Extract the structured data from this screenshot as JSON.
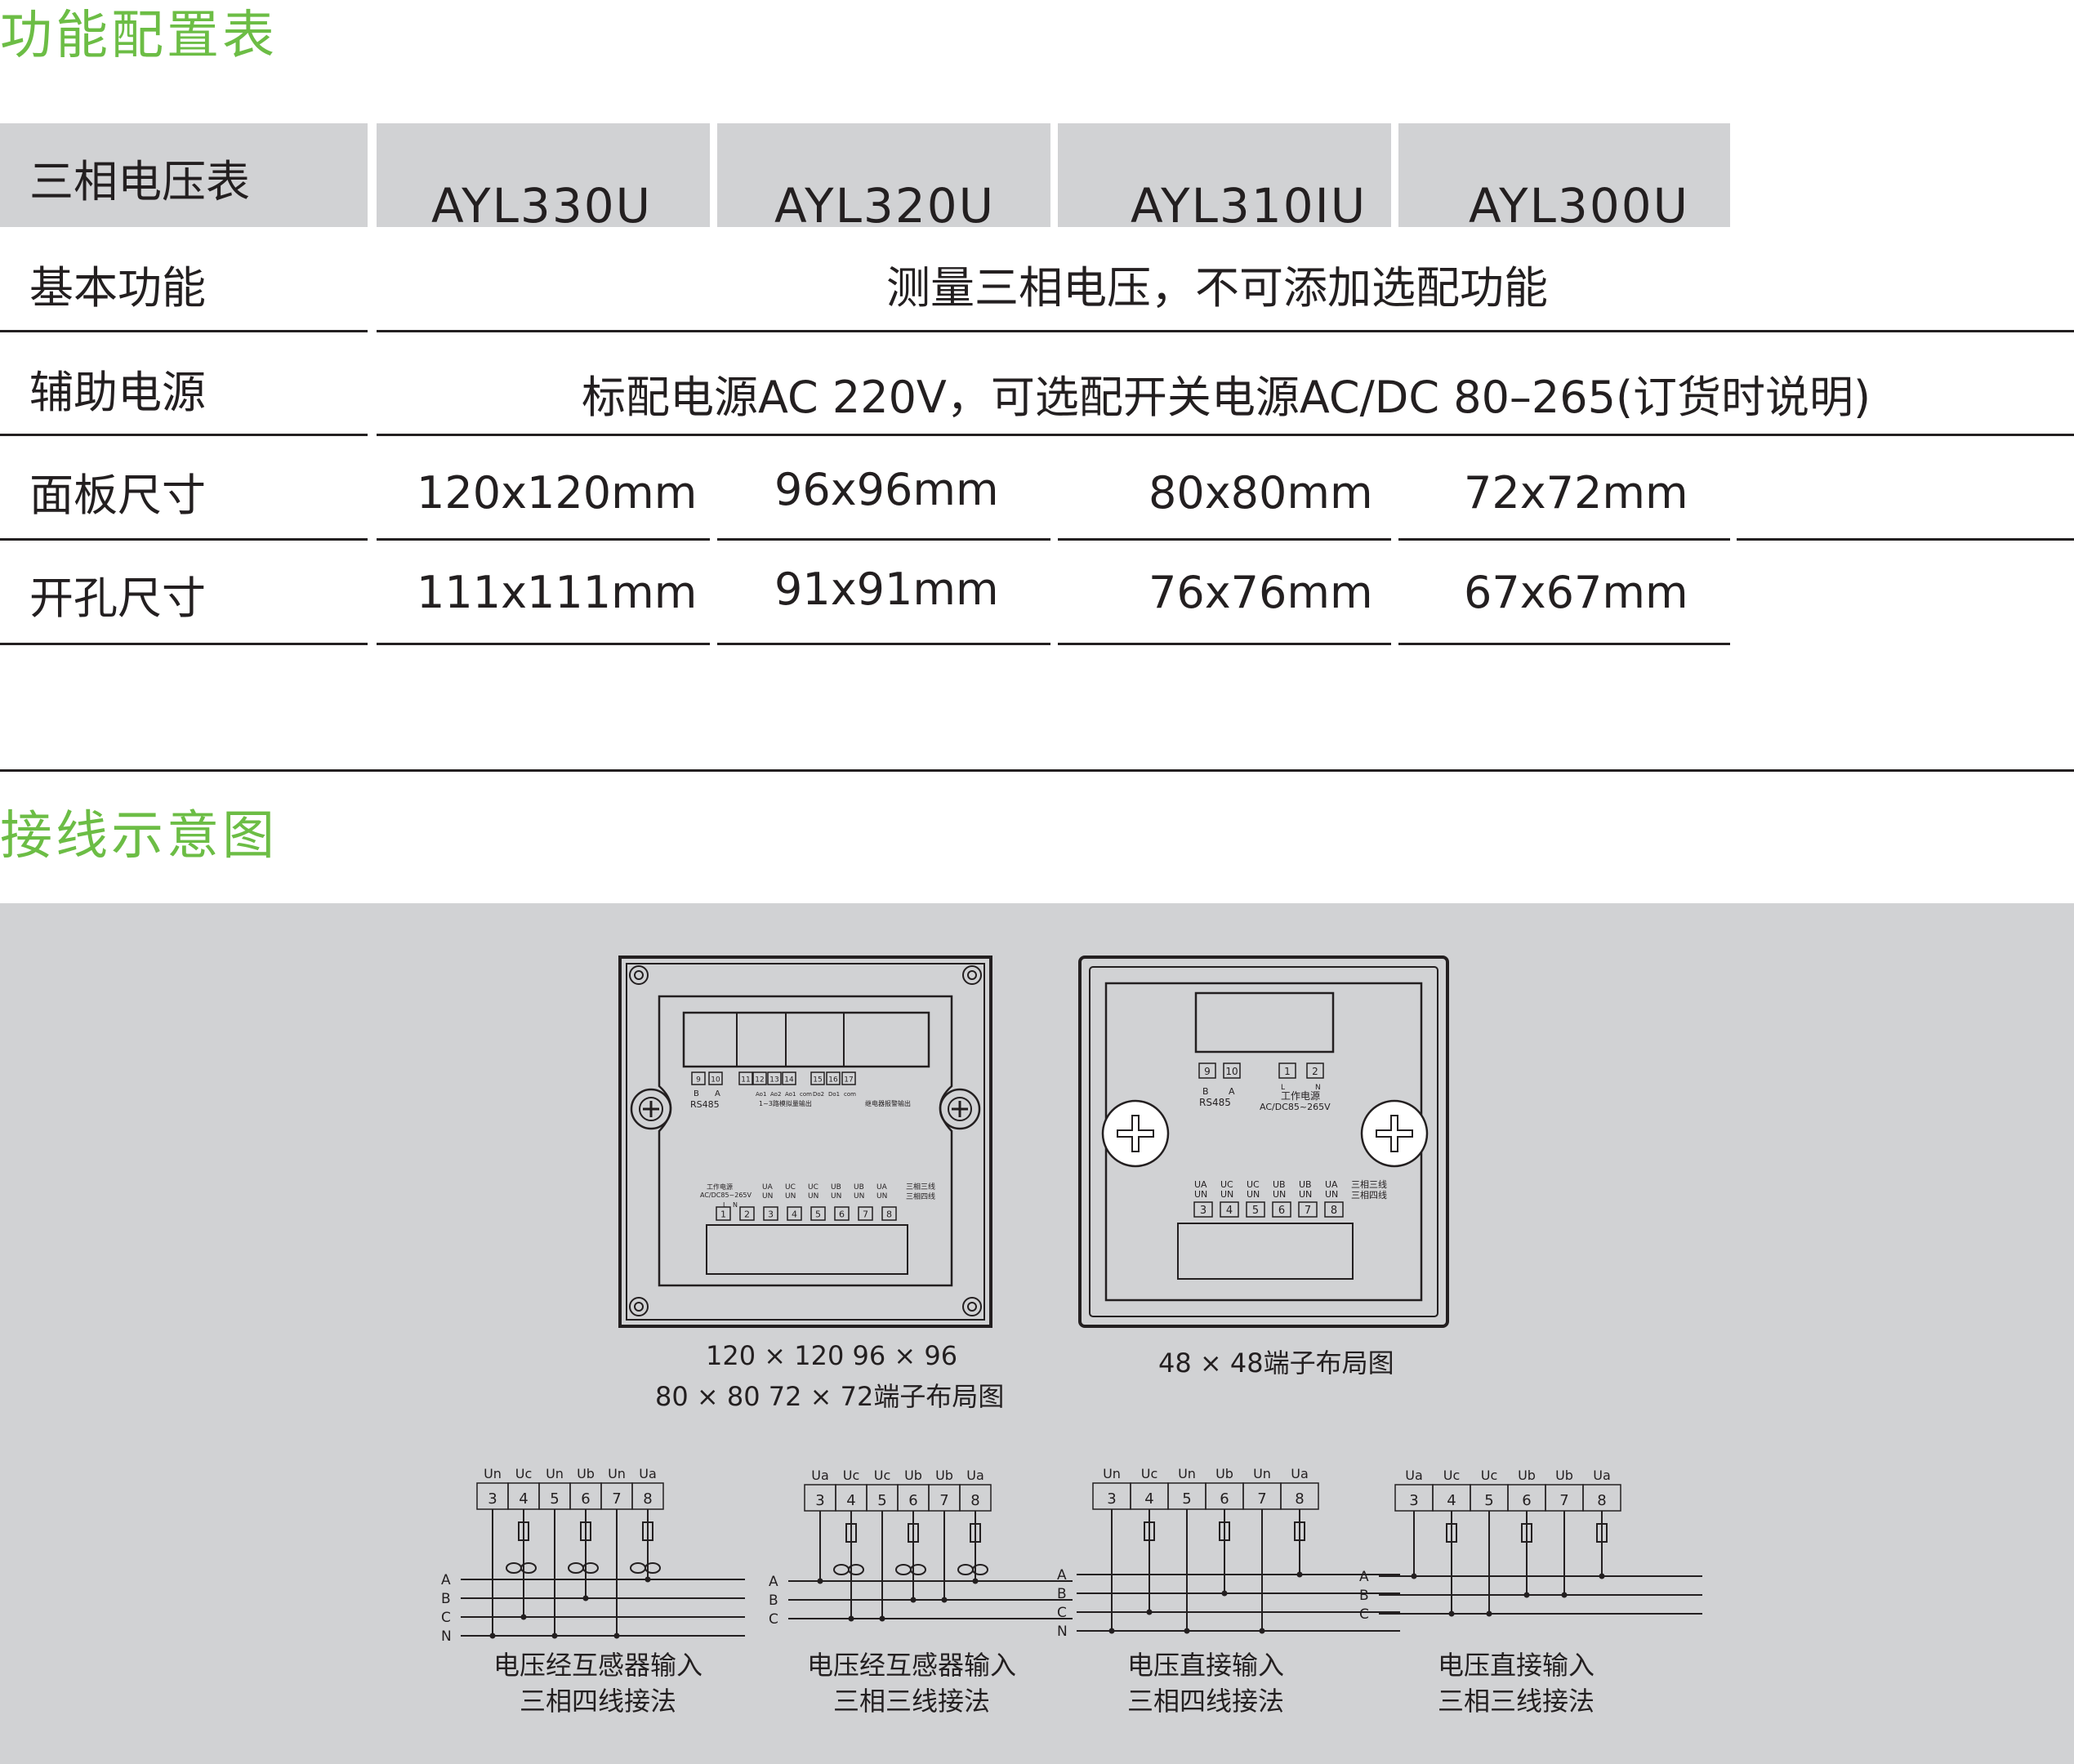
{
  "sections": {
    "config_title": "功能配置表",
    "wiring_title": "接线示意图"
  },
  "table": {
    "header_label": "三相电压表",
    "models": [
      "AYL330U",
      "AYL320U",
      "AYL310IU",
      "AYL300U"
    ],
    "rows": [
      {
        "label": "基本功能",
        "merged": "测量三相电压，不可添加选配功能"
      },
      {
        "label": "辅助电源",
        "merged": "标配电源AC 220V，可选配开关电源AC/DC 80–265(订货时说明)"
      },
      {
        "label": "面板尺寸",
        "values": [
          "120x120mm",
          "96x96mm",
          "80x80mm",
          "72x72mm"
        ]
      },
      {
        "label": "开孔尺寸",
        "values": [
          "111x111mm",
          "91x91mm",
          "76x76mm",
          "67x67mm"
        ]
      }
    ]
  },
  "layouts": {
    "left_caption_1": "120 × 120  96 × 96",
    "left_caption_2": "80 × 80 72 × 72端子布局图",
    "right_caption": "48 × 48端子布局图",
    "left_terms_top": [
      "9",
      "10",
      "11",
      "12",
      "13",
      "14",
      "15",
      "16",
      "17"
    ],
    "left_rs485": "RS485",
    "left_ba": [
      "B",
      "A"
    ],
    "left_aout": [
      "Ao1",
      "Ao2",
      "Ao1",
      "com"
    ],
    "left_aout_note": "1~3路模拟量输出",
    "left_dout": [
      "Do2",
      "Do1",
      "com"
    ],
    "left_dout_note": "继电器报警输出",
    "left_power": "工作电源",
    "left_power_spec": "AC/DC85~265V",
    "left_phase_top": [
      "UA",
      "UC",
      "UC",
      "UB",
      "UB",
      "UA"
    ],
    "left_phase_bot": [
      "UN",
      "UN",
      "UN",
      "UN",
      "UN",
      "UN"
    ],
    "three_phase_3": "三相三线",
    "three_phase_4": "三相四线",
    "left_terms_bottom": [
      "1",
      "2",
      "3",
      "4",
      "5",
      "6",
      "7",
      "8"
    ],
    "ln": [
      "L",
      "N"
    ],
    "right_terms_top": [
      "9",
      "10",
      "1",
      "2"
    ],
    "right_power": "工作电源",
    "right_power_spec": "AC/DC85~265V",
    "right_terms_bottom": [
      "3",
      "4",
      "5",
      "6",
      "7",
      "8"
    ]
  },
  "wiring": [
    {
      "caption_1": "电压经互感器输入",
      "caption_2": "三相四线接法",
      "top_labels": [
        "Un",
        "Uc",
        "Un",
        "Ub",
        "Un",
        "Ua"
      ],
      "terminals": [
        "3",
        "4",
        "5",
        "6",
        "7",
        "8"
      ],
      "lines": [
        "A",
        "B",
        "C",
        "N"
      ]
    },
    {
      "caption_1": "电压经互感器输入",
      "caption_2": "三相三线接法",
      "top_labels": [
        "Ua",
        "Uc",
        "Uc",
        "Ub",
        "Ub",
        "Ua"
      ],
      "terminals": [
        "3",
        "4",
        "5",
        "6",
        "7",
        "8"
      ],
      "lines": [
        "A",
        "B",
        "C"
      ]
    },
    {
      "caption_1": "电压直接输入",
      "caption_2": "三相四线接法",
      "top_labels": [
        "Un",
        "Uc",
        "Un",
        "Ub",
        "Un",
        "Ua"
      ],
      "terminals": [
        "3",
        "4",
        "5",
        "6",
        "7",
        "8"
      ],
      "lines": [
        "A",
        "B",
        "C",
        "N"
      ]
    },
    {
      "caption_1": "电压直接输入",
      "caption_2": "三相三线接法",
      "top_labels": [
        "Ua",
        "Uc",
        "Uc",
        "Ub",
        "Ub",
        "Ua"
      ],
      "terminals": [
        "3",
        "4",
        "5",
        "6",
        "7",
        "8"
      ],
      "lines": [
        "A",
        "B",
        "C"
      ]
    }
  ]
}
